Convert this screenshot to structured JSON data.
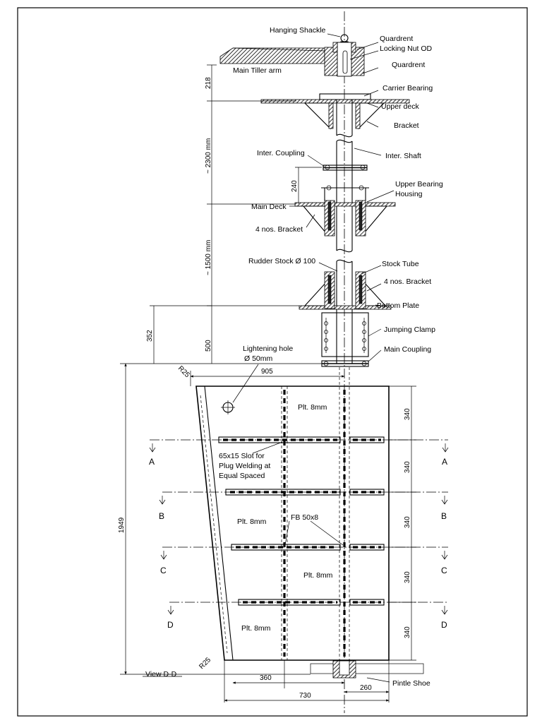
{
  "labels": {
    "hanging_shackle": "Hanging Shackle",
    "quardrent_top": "Quardrent",
    "locking_nut": "Locking Nut OD",
    "main_tiller_arm": "Main Tiller arm",
    "quardrent": "Quardrent",
    "carrier_bearing": "Carrier Bearing",
    "upper_deck": "Upper deck",
    "bracket": "Bracket",
    "inter_coupling": "Inter. Coupling",
    "inter_shaft": "Inter. Shaft",
    "upper_bearing_1": "Upper Bearing",
    "upper_bearing_2": "Housing",
    "main_deck": "Main Deck",
    "four_nos_bracket_upper": "4 nos. Bracket",
    "rudder_stock": "Rudder Stock Ø 100",
    "stock_tube": "Stock Tube",
    "four_nos_bracket_lower": "4 nos. Bracket",
    "bottom_plate": "Bottom Plate",
    "jumping_clamp": "Jumping Clamp",
    "main_coupling": "Main Coupling",
    "lightening_hole_1": "Lightening  hole",
    "lightening_hole_2": "Ø 50mm",
    "slot_note_1": "65x15 Slot for",
    "slot_note_2": "Plug Welding at",
    "slot_note_3": "Equal Spaced",
    "fb_note": "FB 50x8",
    "plt_1": "Plt. 8mm",
    "plt_2": "Plt. 8mm",
    "plt_3": "Plt. 8mm",
    "plt_4": "Plt. 8mm",
    "pintle_shoe": "Pintle Shoe",
    "view_dd": "View D-D"
  },
  "dimensions": {
    "d218": "218",
    "d2300": "~ 2300 mm",
    "d240": "240",
    "d1500": "~ 1500 mm",
    "d352": "352",
    "d500": "500",
    "d905": "905",
    "r25_top": "R25",
    "r25_bottom": "R25",
    "d1949": "1949",
    "d340_1": "340",
    "d340_2": "340",
    "d340_3": "340",
    "d340_4": "340",
    "d340_5": "340",
    "d360": "360",
    "d260": "260",
    "d730": "730"
  },
  "sections": {
    "a_left": "A",
    "a_right": "A",
    "b_left": "B",
    "b_right": "B",
    "c_left": "C",
    "c_right": "C",
    "d_left": "D",
    "d_right": "D"
  }
}
